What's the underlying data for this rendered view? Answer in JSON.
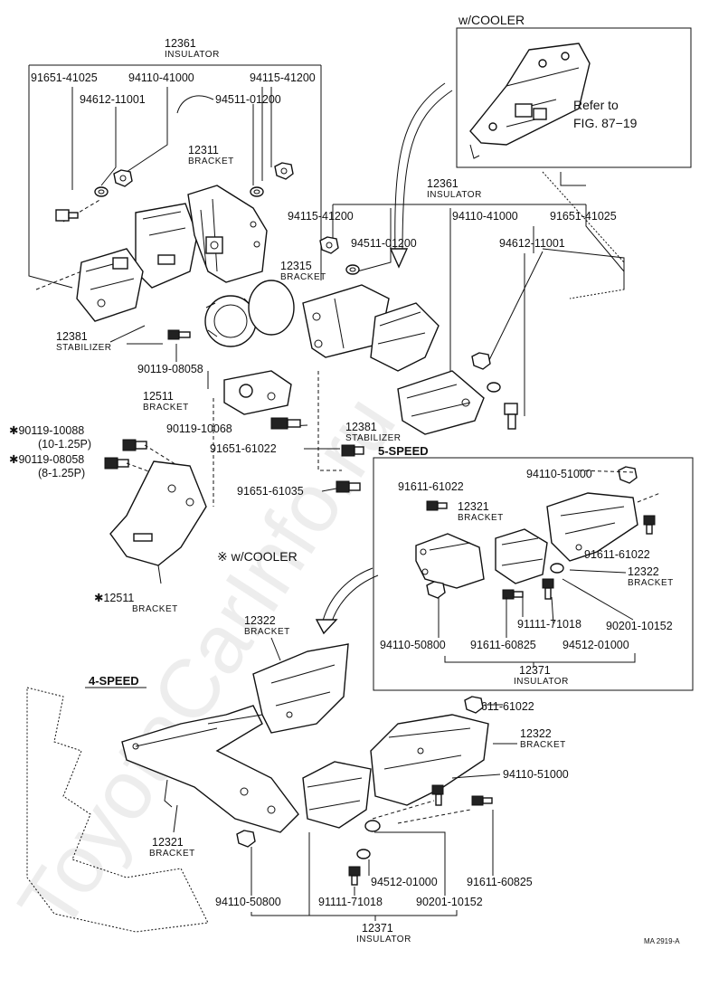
{
  "watermark": "ToyotaCarInfo.ru",
  "drawing_code": "MA 2919-A",
  "sections": {
    "cooler_top": "w/COOLER",
    "cooler_star": "※ w/COOLER",
    "five_speed": "5-SPEED",
    "four_speed": "4-SPEED",
    "refer_to": "Refer to",
    "refer_fig": "FIG. 87−19"
  },
  "labels": {
    "p12361_a": "12361",
    "p12361_a_sub": "INSULATOR",
    "p91651_41025_a": "91651-41025",
    "p94110_41000_a": "94110-41000",
    "p94115_41200_a": "94115-41200",
    "p94612_11001_a": "94612-11001",
    "p94511_01200_a": "94511-01200",
    "p12311": "12311",
    "p12311_sub": "BRACKET",
    "p12361_b": "12361",
    "p12361_b_sub": "INSULATOR",
    "p94115_41200_b": "94115-41200",
    "p94110_41000_b": "94110-41000",
    "p91651_41025_b": "91651-41025",
    "p94511_01200_b": "94511-01200",
    "p94612_11001_b": "94612-11001",
    "p12315": "12315",
    "p12315_sub": "BRACKET",
    "p12381_a": "12381",
    "p12381_a_sub": "STABILIZER",
    "p90119_08058_a": "90119-08058",
    "p12511_a": "12511",
    "p12511_a_sub": "BRACKET",
    "p90119_10068": "90119-10068",
    "p12381_b": "12381",
    "p12381_b_sub": "STABILIZER",
    "p91651_61022": "91651-61022",
    "p90119_10088": "✱90119-10088",
    "p90119_10088_sub": "(10-1.25P)",
    "p90119_08058_b": "✱90119-08058",
    "p90119_08058_b_sub": "(8-1.25P)",
    "p91651_61035": "91651-61035",
    "p12511_b": "✱12511",
    "p12511_b_sub": "BRACKET",
    "s5_94110_51000": "94110-51000",
    "s5_91611_61022_a": "91611-61022",
    "s5_12321": "12321",
    "s5_12321_sub": "BRACKET",
    "s5_91611_61022_b": "91611-61022",
    "s5_12322": "12322",
    "s5_12322_sub": "BRACKET",
    "s5_94110_50800": "94110-50800",
    "s5_91111_71018": "91111-71018",
    "s5_90201_10152": "90201-10152",
    "s5_91611_60825": "91611-60825",
    "s5_94512_01000": "94512-01000",
    "s5_12371": "12371",
    "s5_12371_sub": "INSULATOR",
    "s4_12322_a": "12322",
    "s4_12322_a_sub": "BRACKET",
    "s4_91611_61022": "91611-61022",
    "s4_12322_b": "12322",
    "s4_12322_b_sub": "BRACKET",
    "s4_94110_51000": "94110-51000",
    "s4_12321": "12321",
    "s4_12321_sub": "BRACKET",
    "s4_94512_01000": "94512-01000",
    "s4_91611_60825": "91611-60825",
    "s4_94110_50800": "94110-50800",
    "s4_91111_71018": "91111-71018",
    "s4_90201_10152": "90201-10152",
    "s4_12371": "12371",
    "s4_12371_sub": "INSULATOR"
  }
}
